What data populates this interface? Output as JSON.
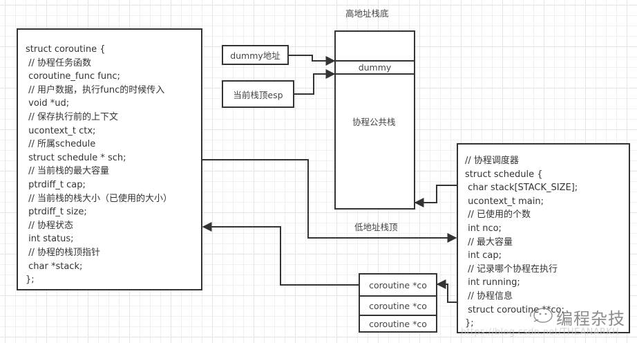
{
  "coroutine_struct": {
    "lines": [
      "struct coroutine {",
      " // 协程任务函数",
      " coroutine_func func;",
      " // 用户数据，执行func的时候传入",
      " void *ud;",
      " // 保存执行前的上下文",
      " ucontext_t ctx;",
      " // 所属schedule",
      " struct schedule * sch;",
      " // 当前栈的最大容量",
      " ptrdiff_t cap;",
      " // 当前栈的栈大小（已使用的大小）",
      " ptrdiff_t size;",
      " // 协程状态",
      " int status;",
      " // 协程的栈顶指针",
      " char *stack;",
      "};"
    ]
  },
  "stack": {
    "top_label": "高地址栈底",
    "bottom_label": "低地址栈顶",
    "dummy_label": "dummy",
    "body_label": "协程公共栈"
  },
  "pointers": {
    "dummy_addr": "dummy地址",
    "esp": "当前栈顶esp"
  },
  "schedule_struct": {
    "lines": [
      "// 协程调度器",
      "struct schedule {",
      " char stack[STACK_SIZE];",
      " ucontext_t main;",
      " // 已使用的个数",
      " int nco;",
      " // 最大容量",
      " int cap;",
      " // 记录哪个协程在执行",
      " int running;",
      " // 协程信息",
      " struct coroutine **co;",
      "};"
    ]
  },
  "co_array": {
    "cells": [
      "coroutine *co",
      "coroutine *co",
      "coroutine *co"
    ]
  },
  "watermark": {
    "brand": "编程杂技",
    "url": "https://blog.csdn.net/THEANARKH"
  }
}
